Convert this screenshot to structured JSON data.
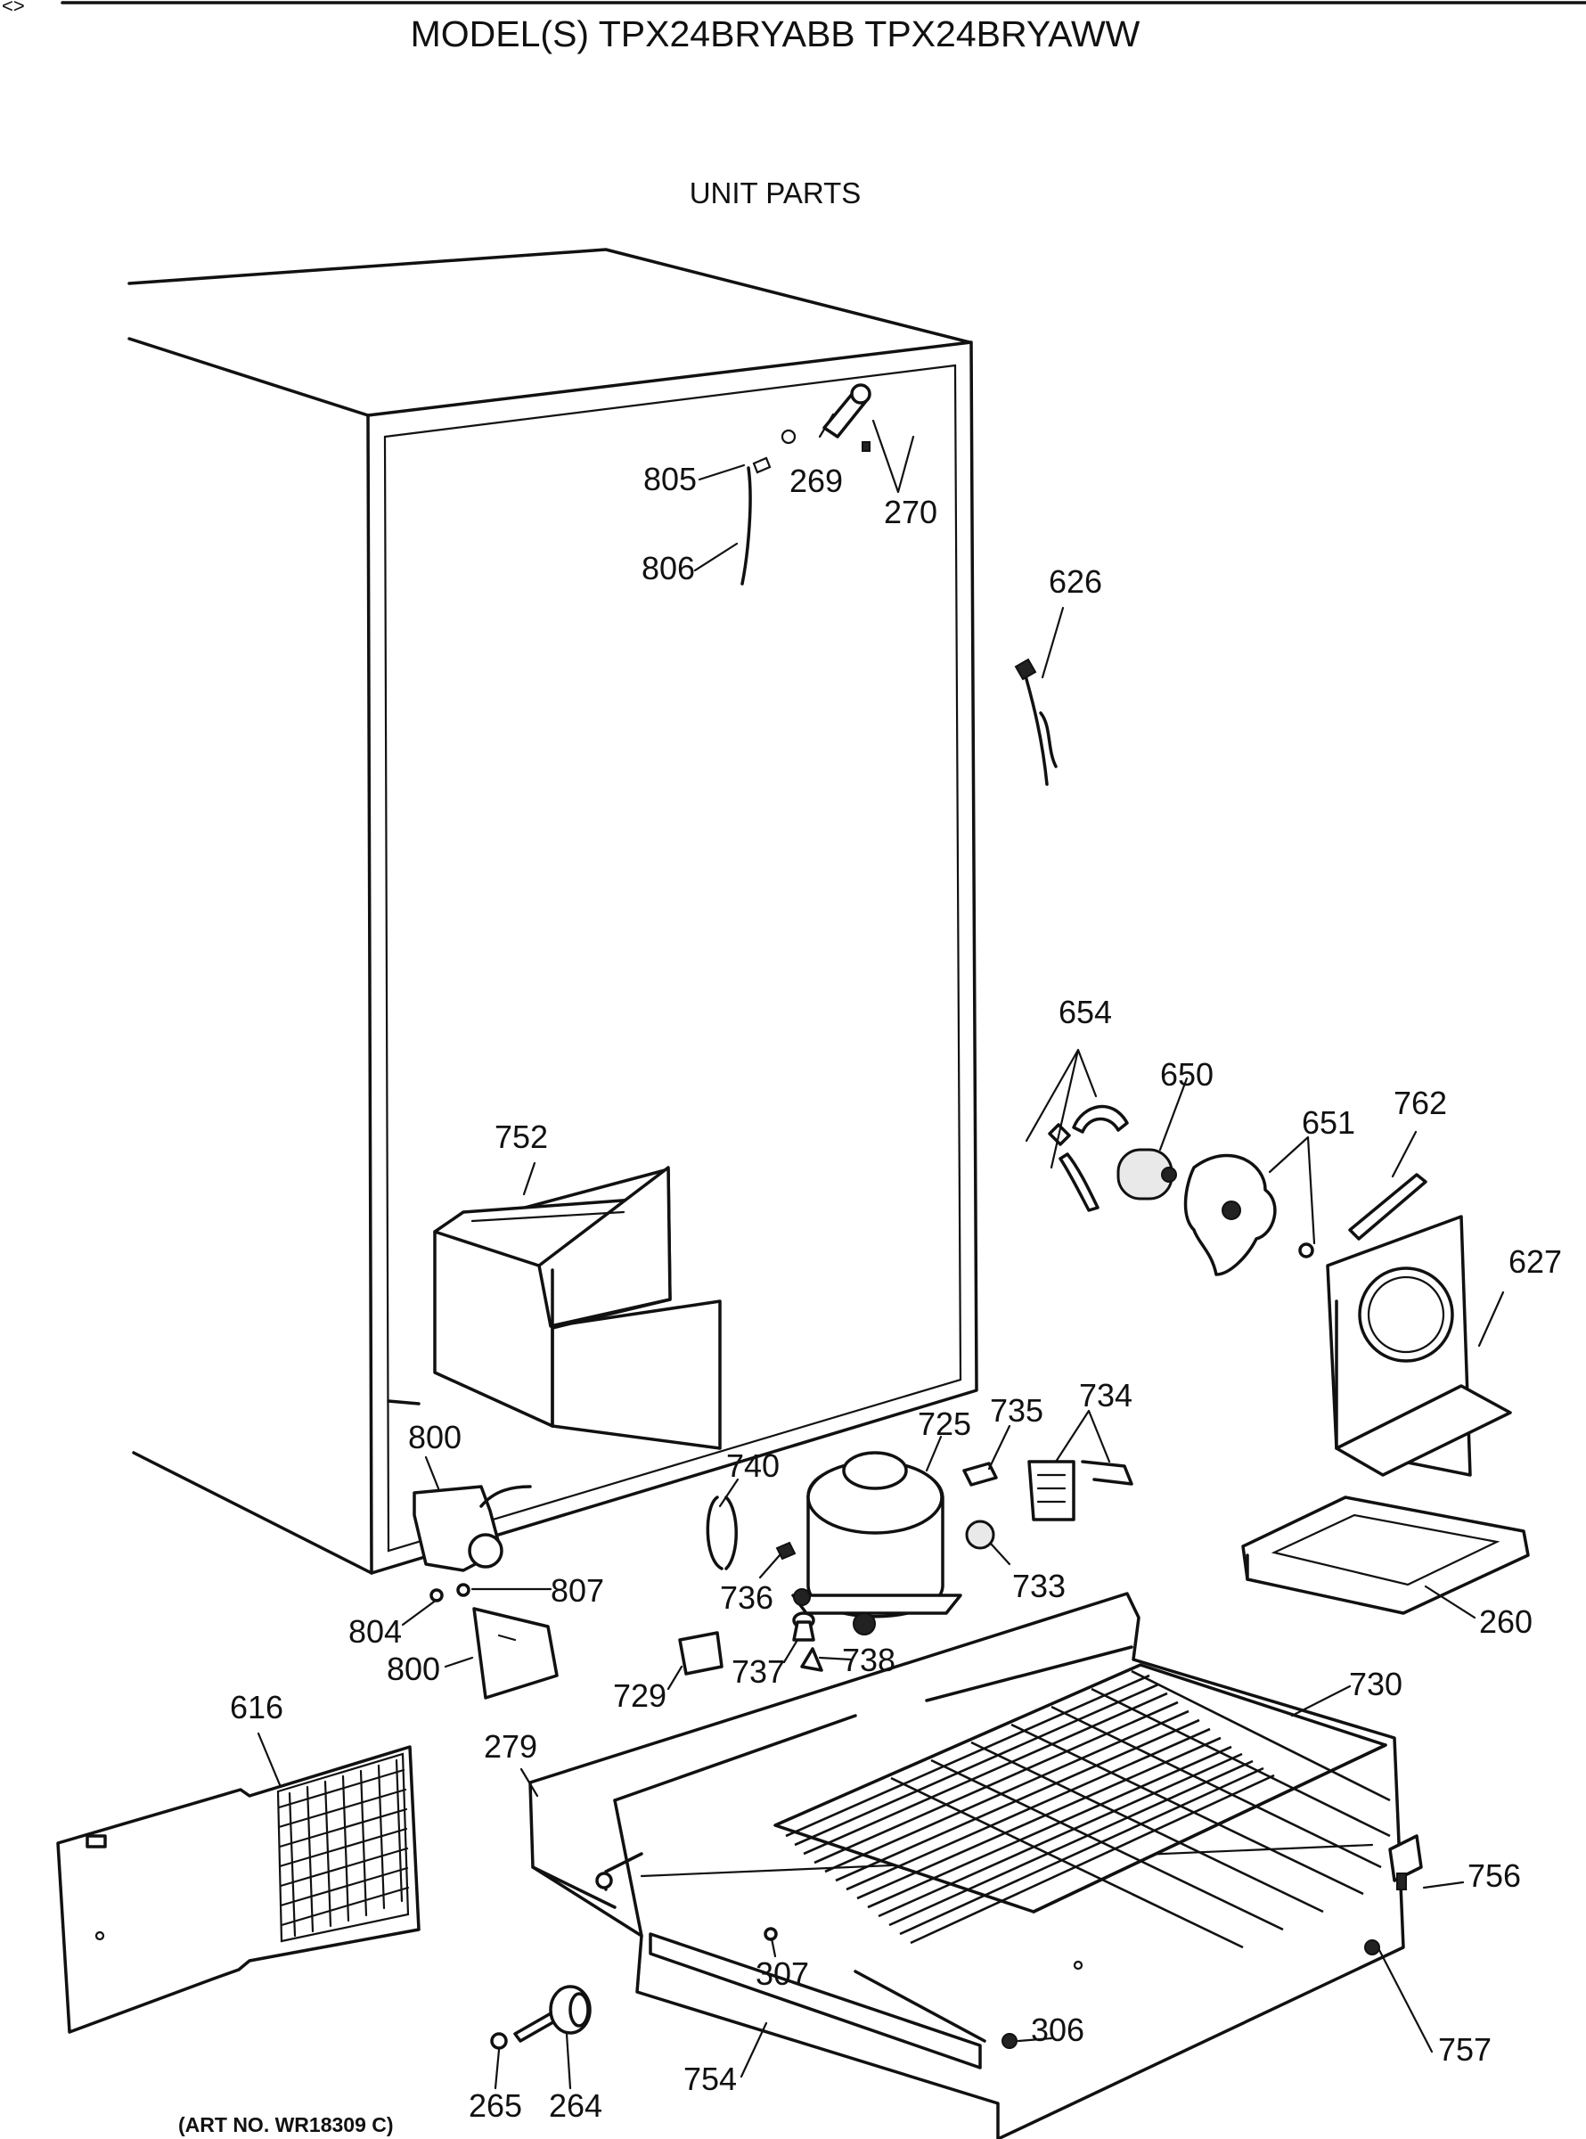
{
  "header": {
    "model_line": "MODEL(S) TPX24BRYABB  TPX24BRYAWW",
    "section_title": "UNIT PARTS",
    "corner_mark": "<>"
  },
  "footer": {
    "art_number": "(ART NO. WR18309 C)"
  },
  "callouts": [
    {
      "id": "805",
      "label": "805"
    },
    {
      "id": "269",
      "label": "269"
    },
    {
      "id": "270",
      "label": "270"
    },
    {
      "id": "806",
      "label": "806"
    },
    {
      "id": "626",
      "label": "626"
    },
    {
      "id": "654",
      "label": "654"
    },
    {
      "id": "650",
      "label": "650"
    },
    {
      "id": "651",
      "label": "651"
    },
    {
      "id": "762",
      "label": "762"
    },
    {
      "id": "627",
      "label": "627"
    },
    {
      "id": "752",
      "label": "752"
    },
    {
      "id": "800a",
      "label": "800"
    },
    {
      "id": "740",
      "label": "740"
    },
    {
      "id": "725",
      "label": "725"
    },
    {
      "id": "735",
      "label": "735"
    },
    {
      "id": "734",
      "label": "734"
    },
    {
      "id": "733",
      "label": "733"
    },
    {
      "id": "736",
      "label": "736"
    },
    {
      "id": "807",
      "label": "807"
    },
    {
      "id": "804",
      "label": "804"
    },
    {
      "id": "800b",
      "label": "800"
    },
    {
      "id": "737",
      "label": "737"
    },
    {
      "id": "738",
      "label": "738"
    },
    {
      "id": "729",
      "label": "729"
    },
    {
      "id": "260",
      "label": "260"
    },
    {
      "id": "730",
      "label": "730"
    },
    {
      "id": "616",
      "label": "616"
    },
    {
      "id": "279",
      "label": "279"
    },
    {
      "id": "756",
      "label": "756"
    },
    {
      "id": "307",
      "label": "307"
    },
    {
      "id": "306",
      "label": "306"
    },
    {
      "id": "757",
      "label": "757"
    },
    {
      "id": "754",
      "label": "754"
    },
    {
      "id": "265",
      "label": "265"
    },
    {
      "id": "264",
      "label": "264"
    }
  ]
}
